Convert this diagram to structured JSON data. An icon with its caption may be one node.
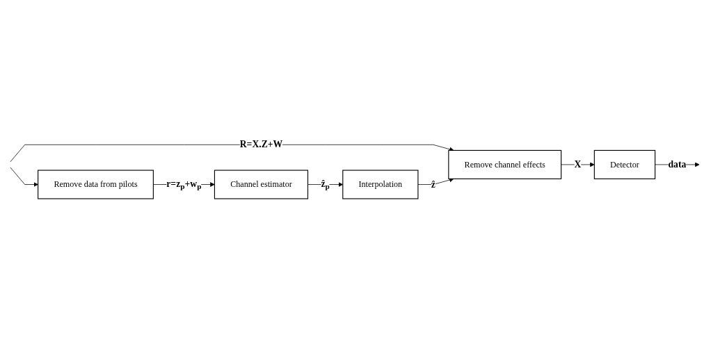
{
  "diagram": {
    "nodes": [
      {
        "text": [
          "Remove data from pilots"
        ]
      },
      {
        "text": [
          "Channel estimator"
        ]
      },
      {
        "text": [
          "Interpolation"
        ]
      },
      {
        "text": [
          "Remove channel effects"
        ]
      },
      {
        "text": [
          "Detector"
        ]
      }
    ],
    "edges": [
      {
        "from": null,
        "to": 0,
        "arrow": "to"
      },
      {
        "from": null,
        "to": 3,
        "arrow": "to",
        "label": "R=X.Z+W"
      },
      {
        "from": 0,
        "to": 1,
        "arrow": "to",
        "label": "r=z$_{p}$+w$_{p}$"
      },
      {
        "from": 1,
        "to": 2,
        "arrow": "to",
        "label": "ẑ$_{p}$"
      },
      {
        "from": 2,
        "to": 3,
        "arrow": "to",
        "label": "ẑ"
      },
      {
        "from": 3,
        "to": 4,
        "arrow": "to",
        "label": "X"
      },
      {
        "from": 4,
        "to": null,
        "arrow": "to",
        "label": "data"
      }
    ]
  }
}
